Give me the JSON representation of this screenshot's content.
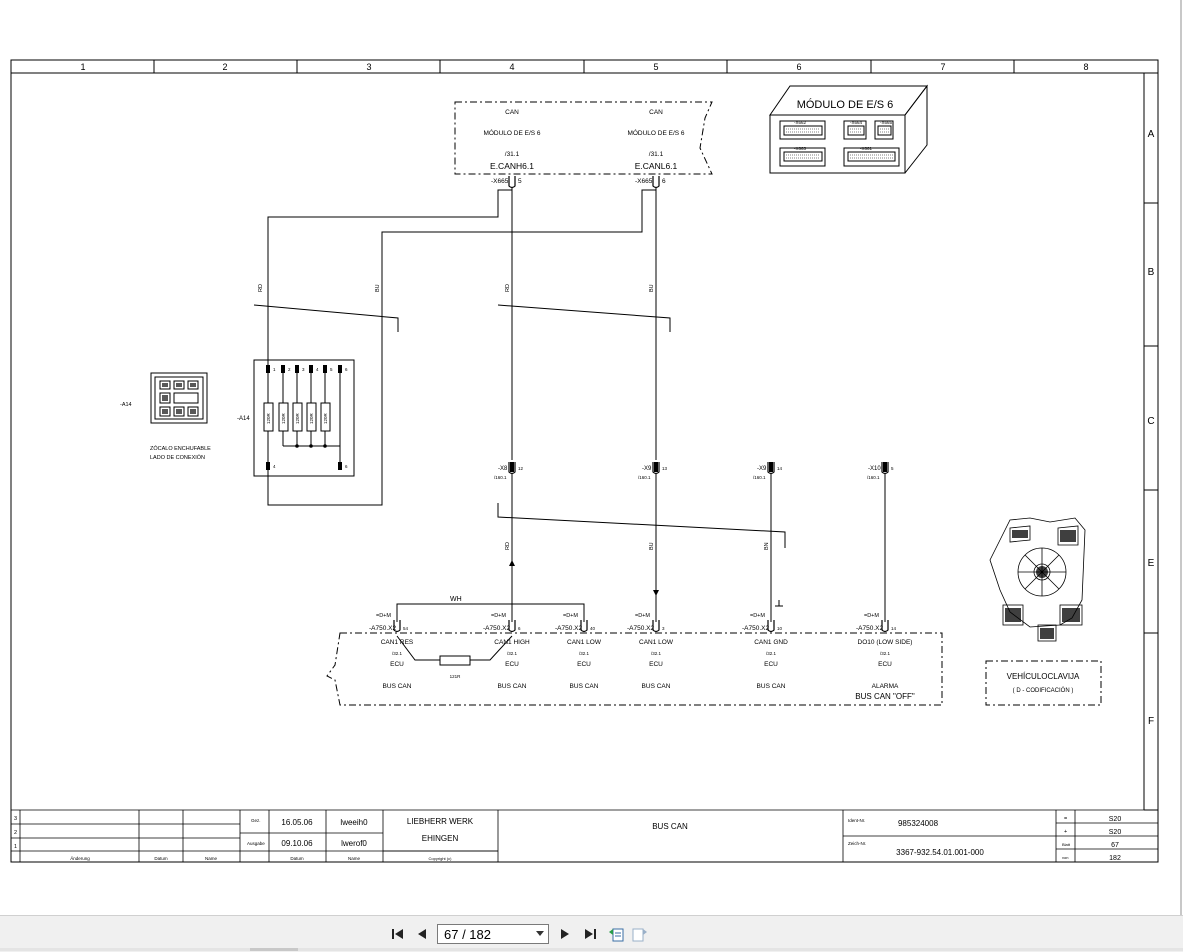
{
  "frame": {
    "columns": [
      "1",
      "2",
      "3",
      "4",
      "5",
      "6",
      "7",
      "8"
    ],
    "rows": [
      "A",
      "B",
      "C",
      "E",
      "F"
    ]
  },
  "module": {
    "left_can": "CAN",
    "left_name": "MÓDULO DE E/S 6",
    "left_ref": "/31.1",
    "left_signal": "E.CANH6.1",
    "left_conn": "-X665",
    "left_pin": "5",
    "right_can": "CAN",
    "right_name": "MÓDULO DE E/S 6",
    "right_ref": "/31.1",
    "right_signal": "E.CANL6.1",
    "right_conn": "-X665",
    "right_pin": "6"
  },
  "module_box": {
    "title": "MÓDULO DE E/S 6",
    "c1": "-X662",
    "c2": "-X664",
    "c3": "-X665",
    "c4": "-X663",
    "c5": "-X661"
  },
  "wires": {
    "rd": "RD",
    "bu": "BU",
    "bn": "BN",
    "wh": "WH",
    "rd2": "RD",
    "bu2": "BU"
  },
  "a14": {
    "label": "-A14",
    "label2": "-A14",
    "caption1": "ZÓCALO ENCHUFABLE",
    "caption2": "LADO DE CONEXIÓN",
    "r1": "120R",
    "r2": "120R",
    "r3": "120R",
    "r4": "120R",
    "r5": "120R",
    "p1": "1",
    "p2": "2",
    "p3": "3",
    "p4": "4",
    "p5": "5",
    "p6": "6",
    "pb1": "4",
    "pb2": "6"
  },
  "xconn": {
    "x8": "-X8",
    "x8pin": "12",
    "x8ref": "/160.1",
    "x9a": "-X9",
    "x9apin": "13",
    "x9aref": "/160.1",
    "x9b": "-X9",
    "x9bpin": "14",
    "x9bref": "/160.1",
    "x10": "-X10",
    "x10pin": "5",
    "x10ref": "/160.1"
  },
  "ecu": {
    "dm": "=D+M",
    "c1_conn": "-A750.X2",
    "c1_pin": "54",
    "c1_sig": "CAN1 RES",
    "c2_conn": "-A750.X2",
    "c2_pin": "6",
    "c2_sig": "CAN1 HIGH",
    "c3_conn": "-A750.X2",
    "c3_pin": "40",
    "c3_sig": "CAN1 LOW",
    "c4_conn": "-A750.X2",
    "c4_pin": "3",
    "c4_sig": "CAN1 LOW",
    "c5_conn": "-A750.X2",
    "c5_pin": "10",
    "c5_sig": "CAN1 GND",
    "c6_conn": "-A750.X2",
    "c6_pin": "14",
    "c6_sig": "DO10 (LOW SIDE)",
    "ref": "/32.1",
    "ecu": "ECU",
    "bus": "BUS CAN",
    "alarm": "ALARMA",
    "bus_off": "BUS CAN \"OFF\"",
    "res": "121R"
  },
  "vehicle": {
    "title": "VEHÍCULOCLAVIJA",
    "sub": "( D - CODIFICACIÓN )"
  },
  "title_block": {
    "rev3": "3",
    "rev2": "2",
    "rev1": "1",
    "col_change": "Änderung",
    "col_date": "Datum",
    "col_name": "Name",
    "gez": "Gez.",
    "gez_date": "16.05.06",
    "gez_name": "lweeih0",
    "ausgabe": "Ausgabe",
    "ausgabe_date": "09.10.06",
    "ausgabe_name": "lwerof0",
    "datum": "Datum",
    "name": "Name",
    "company1": "LIEBHERR WERK",
    "company2": "EHINGEN",
    "copyright": "Copyright (c)",
    "title": "BUS CAN",
    "ident_label": "Ident-Nr.",
    "ident": "985324008",
    "zeich_label": "Zeich-Nr.",
    "zeich": "3367-932.54.01.001-000",
    "eq1": "=",
    "eq1v": "S20",
    "plus": "+",
    "plusv": "S20",
    "blatt": "Blatt",
    "blattv": "67",
    "von": "von",
    "vonv": "182"
  },
  "viewer": {
    "page_display": "67 / 182"
  },
  "colors": {
    "ink": "#000000",
    "toolbar": "#f0f0f0",
    "icon_blue": "#3a6ea5"
  }
}
